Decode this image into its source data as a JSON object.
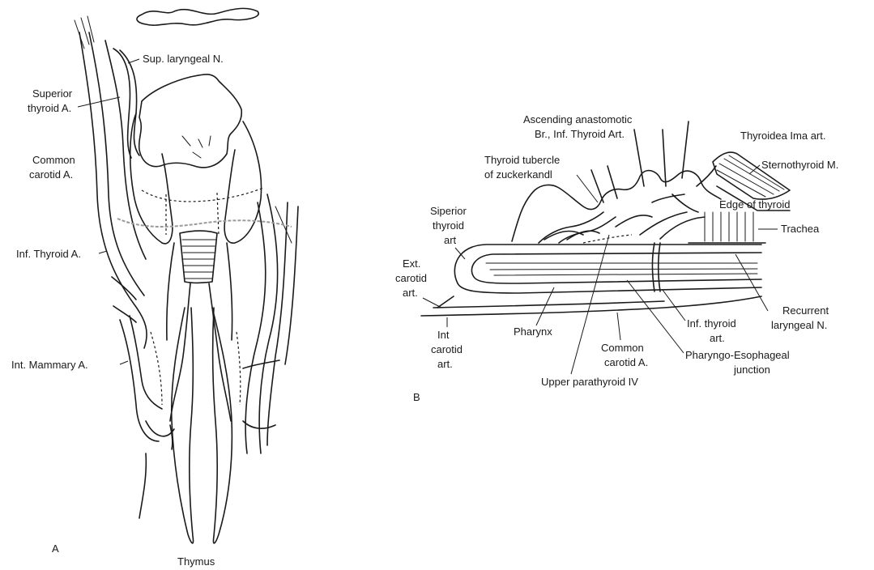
{
  "panel_a": {
    "letter": "A",
    "labels": {
      "sup_laryngeal_n": "Sup. laryngeal N.",
      "superior_thyroid_a_line1": "Superior",
      "superior_thyroid_a_line2": "thyroid A.",
      "common_carotid_a_line1": "Common",
      "common_carotid_a_line2": "carotid A.",
      "inf_thyroid_a": "Inf. Thyroid A.",
      "int_mammary_a": "Int. Mammary A.",
      "thymus": "Thymus"
    }
  },
  "panel_b": {
    "letter": "B",
    "labels": {
      "ascending_anastomotic_line1": "Ascending anastomotic",
      "ascending_anastomotic_line2": "Br., Inf. Thyroid Art.",
      "thyroid_tubercle_line1": "Thyroid tubercle",
      "thyroid_tubercle_line2": "of zuckerkandl",
      "thyroidea_ima_art": "Thyroidea Ima art.",
      "sternothyroid_m": "Sternothyroid M.",
      "edge_of_thyroid": "Edge of thyroid",
      "trachea": "Trachea",
      "siperior_thyroid_art_line1": "Siperior",
      "siperior_thyroid_art_line2": "thyroid",
      "siperior_thyroid_art_line3": "art",
      "ext_carotid_art_line1": "Ext.",
      "ext_carotid_art_line2": "carotid",
      "ext_carotid_art_line3": "art.",
      "int_carotid_art_line1": "Int",
      "int_carotid_art_line2": "carotid",
      "int_carotid_art_line3": "art.",
      "pharynx": "Pharynx",
      "common_carotid_a_line1": "Common",
      "common_carotid_a_line2": "carotid A.",
      "upper_parathyroid_iv": "Upper parathyroid IV",
      "inf_thyroid_art_line1": "Inf. thyroid",
      "inf_thyroid_art_line2": "art.",
      "recurrent_laryngeal_n_line1": "Recurrent",
      "recurrent_laryngeal_n_line2": "laryngeal N.",
      "pharyngo_esophageal_line1": "Pharyngo-Esophageal",
      "pharyngo_esophageal_line2": "junction"
    }
  }
}
